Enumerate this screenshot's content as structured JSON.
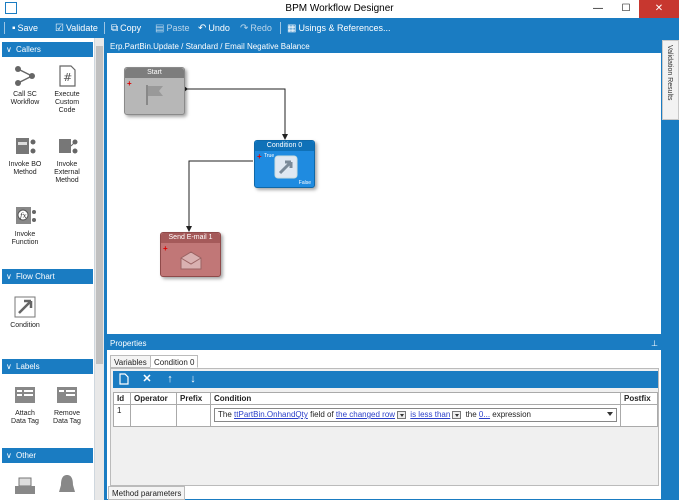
{
  "window": {
    "title": "BPM Workflow Designer",
    "controls": {
      "minimize": "—",
      "maximize": "☐",
      "close": "✕"
    }
  },
  "toolbar": {
    "save": "Save",
    "validate": "Validate",
    "copy": "Copy",
    "paste": "Paste",
    "undo": "Undo",
    "redo": "Redo",
    "usings": "Usings & References..."
  },
  "toolbox": {
    "callers": {
      "label": "Callers",
      "items": [
        "Call SC Workflow",
        "Execute Custom Code",
        "Invoke BO Method",
        "Invoke External Method",
        "Invoke Function"
      ]
    },
    "flowchart": {
      "label": "Flow Chart",
      "items": [
        "Condition"
      ]
    },
    "labels": {
      "label": "Labels",
      "items": [
        "Attach Data Tag",
        "Remove Data Tag"
      ]
    },
    "other": {
      "label": "Other"
    }
  },
  "canvas": {
    "breadcrumb": "Erp.PartBin.Update / Standard / Email Negative Balance",
    "nodes": {
      "start": "Start",
      "condition": "Condition 0",
      "condition_true": "True",
      "condition_false": "False",
      "email": "Send E-mail 1"
    }
  },
  "side": {
    "validation": "Validation Results"
  },
  "properties": {
    "title": "Properties",
    "pin": "⊥",
    "tabs": [
      "Variables",
      "Condition 0"
    ],
    "columns": [
      "Id",
      "Operator",
      "Prefix",
      "Condition",
      "Postfix"
    ],
    "row": {
      "id": "1",
      "operator": "",
      "prefix": "",
      "postfix": "",
      "condition": {
        "t1": "The",
        "field": "ttPartBin.OnhandQty",
        "t2": "field of",
        "row": "the changed row",
        "op": "is less than",
        "t3": "the",
        "value": "0...",
        "t4": "expression"
      }
    }
  },
  "bottom": {
    "method_parameters": "Method parameters"
  },
  "colors": {
    "accent": "#1a7cc2",
    "condition": "#1f8be0",
    "email": "#b86a6a"
  }
}
